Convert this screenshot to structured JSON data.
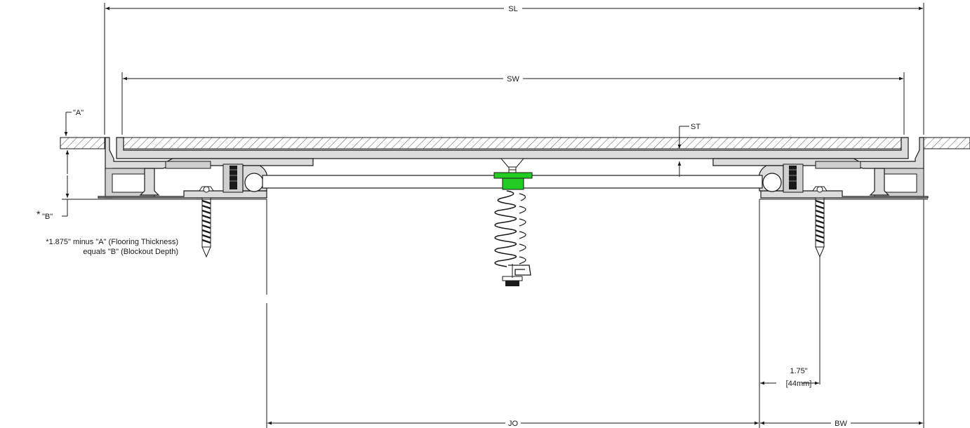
{
  "labels": {
    "sl": "SL",
    "sw": "SW",
    "st": "ST",
    "a": "\"A\"",
    "b_star": "*",
    "b": "\"B\"",
    "jo": "JO",
    "bw": "BW",
    "dim_175": "1.75\"",
    "dim_44mm": "[44mm]"
  },
  "note": {
    "line1": "*1.875\" minus \"A\" (Flooring Thickness)",
    "line2": "equals \"B\" (Blockout Depth)"
  },
  "colors": {
    "green_nut": "#22cc22",
    "aluminum": "#dcdcdc",
    "line": "#1a1a1a"
  }
}
